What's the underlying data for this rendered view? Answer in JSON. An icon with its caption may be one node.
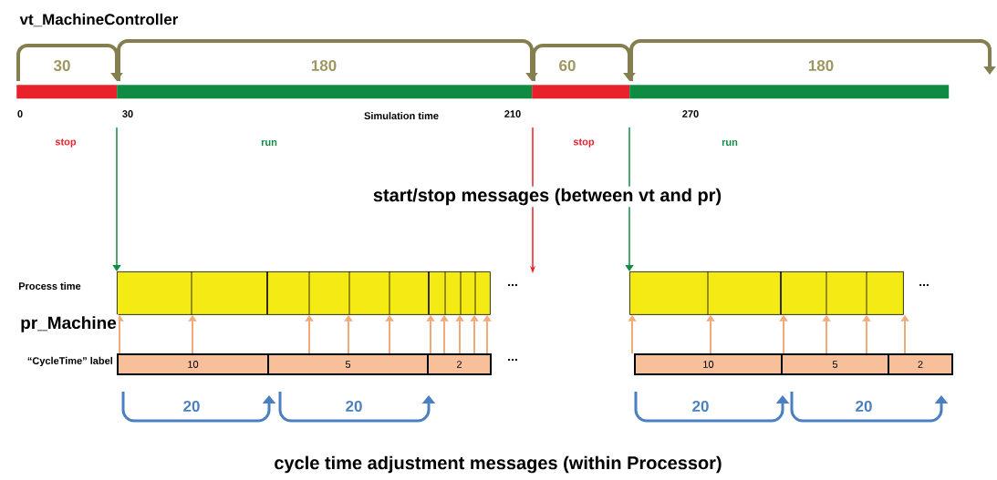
{
  "diagram": {
    "title": "vt_MachineController",
    "nodes": [
      {
        "text": [],
        "shape": "bar"
      },
      {
        "text": [],
        "shape": "bar"
      },
      {
        "text": [],
        "shape": "bar"
      },
      {
        "text": [],
        "shape": "bar"
      },
      {
        "text": [],
        "shape": "bar"
      },
      {
        "text": [],
        "shape": "bar"
      },
      {
        "text": [
          "10"
        ],
        "beside": [
          "20"
        ]
      },
      {
        "text": [
          "5"
        ],
        "beside": [
          "20"
        ]
      },
      {
        "text": [
          "2"
        ]
      },
      {
        "text": [
          "10"
        ],
        "beside": [
          "20"
        ]
      },
      {
        "text": [
          "5"
        ],
        "beside": [
          "20"
        ]
      },
      {
        "text": [
          "2"
        ]
      }
    ],
    "edges": [
      {
        "from": null,
        "to": 4,
        "arrow": "to",
        "color": "#108c42"
      },
      {
        "from": null,
        "to": 5,
        "arrow": "to",
        "color": "#108c42"
      },
      {
        "from": 6,
        "to": 4,
        "arrow": "to"
      },
      {
        "from": 6,
        "to": 4,
        "arrow": "to"
      },
      {
        "from": 7,
        "to": 4,
        "arrow": "to"
      },
      {
        "from": 7,
        "to": 4,
        "arrow": "to"
      },
      {
        "from": 7,
        "to": 4,
        "arrow": "to"
      },
      {
        "from": 8,
        "to": 4,
        "arrow": "to"
      },
      {
        "from": 8,
        "to": 4,
        "arrow": "to"
      },
      {
        "from": 8,
        "to": 4,
        "arrow": "to"
      },
      {
        "from": 8,
        "to": 4,
        "arrow": "to"
      },
      {
        "from": 8,
        "to": 4,
        "arrow": "to"
      },
      {
        "from": 9,
        "to": 5,
        "arrow": "to"
      },
      {
        "from": 9,
        "to": 5,
        "arrow": "to"
      },
      {
        "from": 10,
        "to": 5,
        "arrow": "to"
      },
      {
        "from": 10,
        "to": 5,
        "arrow": "to"
      },
      {
        "from": 10,
        "to": 5,
        "arrow": "to"
      },
      {
        "from": 11,
        "to": 5,
        "arrow": "to"
      },
      {
        "from": 0,
        "to": 1,
        "arrow": "to",
        "label": "30",
        "style": "thick",
        "color": "#857f50"
      },
      {
        "from": 1,
        "to": 2,
        "arrow": "to",
        "label": "180",
        "style": "thick",
        "color": "#857f50"
      },
      {
        "from": 2,
        "to": 3,
        "arrow": "to",
        "label": "60",
        "style": "thick",
        "color": "#857f50"
      },
      {
        "from": 3,
        "to": null,
        "arrow": "to",
        "label": "180",
        "style": "thick",
        "color": "#857f50"
      }
    ],
    "labels": [
      "0",
      "30",
      "Simulation time",
      "210",
      "270",
      "stop",
      "run",
      "stop",
      "run",
      "start/stop messages (between vt and pr)",
      "Process time",
      "...",
      "...",
      "pr_Machine",
      "“CycleTime” label",
      "...",
      "cycle time adjustment messages (within Processor)"
    ]
  }
}
